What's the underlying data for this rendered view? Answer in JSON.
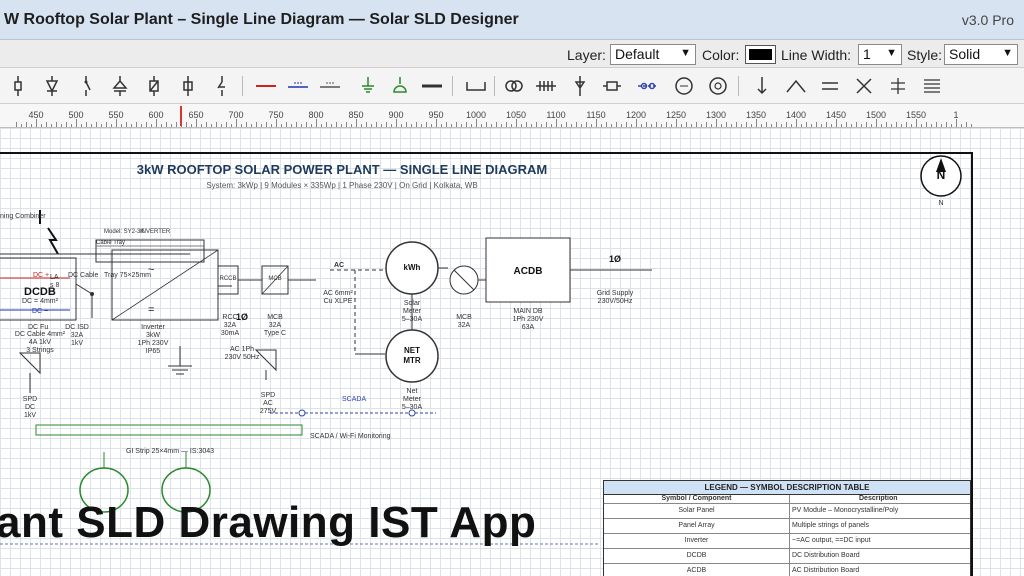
{
  "window": {
    "title": "W Rooftop Solar Plant – Single Line Diagram — Solar SLD Designer",
    "version": "v3.0 Pro"
  },
  "props": {
    "layer_label": "Layer:",
    "layer_value": "Default",
    "color_label": "Color:",
    "color_value": "#000000",
    "width_label": "Line Width:",
    "width_value": "1",
    "style_label": "Style:",
    "style_value": "Solid"
  },
  "tools": [
    "resistor-icon",
    "diode-icon",
    "switch-icon",
    "transformer-icon",
    "breaker-icon",
    "fuse-icon",
    "isolator-icon",
    "red-line-icon",
    "dc-line-icon",
    "ac-line-icon",
    "ground-icon",
    "earth-pit-icon",
    "busbar-icon",
    "ct-icon",
    "cable-tray-icon",
    "meter-probe-icon",
    "surge-icon",
    "scada-link-icon",
    "energy-meter-icon",
    "motor-icon",
    "arrow-down-icon",
    "polyline-icon",
    "equal-lines-icon",
    "cross-icon",
    "hash-icon",
    "menu-lines-icon"
  ],
  "ruler": [
    "450",
    "500",
    "550",
    "600",
    "650",
    "700",
    "750",
    "800",
    "850",
    "900",
    "950",
    "1000",
    "1050",
    "1100",
    "1150",
    "1200",
    "1250",
    "1300",
    "1350",
    "1400",
    "1450",
    "1500",
    "1550",
    "1"
  ],
  "diagram": {
    "title": "3kW ROOFTOP SOLAR POWER PLANT — SINGLE LINE DIAGRAM",
    "subtitle": "System: 3kWp | 9 Modules × 335Wp | 1 Phase 230V | On Grid | Kolkata, WB",
    "north_letter": "N",
    "north_label": "N",
    "combiner_label": "ning Combiner",
    "dcdb": {
      "name": "DCDB",
      "dc_plus": "DC +",
      "dc_minus": "DC −",
      "line1": "LA",
      "line2": "s 8",
      "cable": "DC = 4mm²",
      "fuse": "DC Fu",
      "detail1": "DC Cable 4mm²",
      "detail2": "4A 1kV",
      "detail3": "3 Strings"
    },
    "dc_isd": {
      "l1": "DC ISD",
      "l2": "32A",
      "l3": "1kV"
    },
    "cable_tray": {
      "l1": "Cable Tray",
      "l2": "Tray 75×25mm",
      "l3": "DC Cable"
    },
    "inverter": {
      "tag": "Model: SY2-3K",
      "box": "INVERTER",
      "ac": "~",
      "dc": "=",
      "l1": "Inverter",
      "l2": "3kW",
      "l3": "1Ph 230V",
      "l4": "IP65"
    },
    "rccb": {
      "name": "RCCB",
      "l1": "RCC",
      "l2": "32A",
      "l3": "30mA",
      "phase": "1Ø"
    },
    "mcb1": {
      "name": "MCB",
      "l1": "MCB",
      "l2": "32A",
      "l3": "Type C"
    },
    "ac_line": {
      "l1": "AC 1Ph",
      "l2": "230V 50Hz"
    },
    "spd_dc": {
      "l1": "SPD",
      "l2": "DC",
      "l3": "1kV"
    },
    "spd_ac": {
      "l1": "SPD",
      "l2": "AC",
      "l3": "275V"
    },
    "ac_cable": {
      "tag": "AC",
      "l1": "AC 6mm²",
      "l2": "Cu XLPE"
    },
    "solar_meter": {
      "face": "kWh",
      "l1": "Solar",
      "l2": "Meter",
      "l3": "5–30A"
    },
    "net_meter": {
      "face1": "NET",
      "face2": "MTR",
      "l1": "Net",
      "l2": "Meter",
      "l3": "5–30A"
    },
    "mcb2": {
      "l1": "MCB",
      "l2": "32A"
    },
    "acdb": {
      "name": "ACDB",
      "l1": "MAIN DB",
      "l2": "1Ph 230V",
      "l3": "63A"
    },
    "grid": {
      "phase": "1Ø",
      "l1": "Grid Supply",
      "l2": "230V/50Hz"
    },
    "scada": {
      "tag": "SCADA",
      "label": "SCADA / Wi-Fi Monitoring"
    },
    "gi_strip": "GI Strip 25×4mm — IS:3043"
  },
  "legend": {
    "title": "LEGEND — SYMBOL DESCRIPTION TABLE",
    "col1": "Symbol / Component",
    "col2": "Description",
    "rows": [
      {
        "symbol": "Solar Panel",
        "desc": "PV Module – Monocrystalline/Poly"
      },
      {
        "symbol": "Panel Array",
        "desc": "Multiple strings of panels"
      },
      {
        "symbol": "Inverter",
        "desc": "~=AC output, ==DC input"
      },
      {
        "symbol": "DCDB",
        "desc": "DC Distribution Board"
      },
      {
        "symbol": "ACDB",
        "desc": "AC Distribution Board"
      }
    ]
  },
  "banner": "ant SLD Drawing IST App",
  "colors": {
    "titlebar": "#d7e3f1",
    "dc_positive": "#cc2222",
    "dc_negative": "#2233aa",
    "scada": "#3344aa",
    "gi_strip": "#2a8a2a",
    "heading": "#1f3a5a"
  }
}
